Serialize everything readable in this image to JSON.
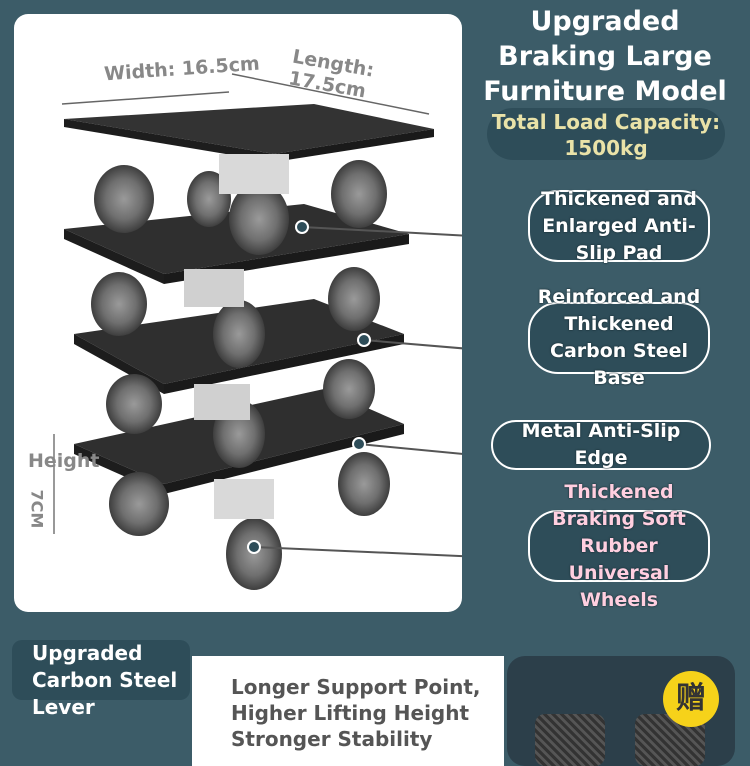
{
  "title": "Upgraded Braking Large Furniture Model",
  "load_capacity": "Total Load Capacity: 1500kg",
  "callouts": [
    "Thickened and Enlarged Anti-Slip Pad",
    "Reinforced and Thickened Carbon Steel Base",
    "Metal Anti-Slip Edge",
    "Thickened Braking Soft Rubber Universal Wheels"
  ],
  "dimensions": {
    "width": "Width: 16.5cm",
    "length": "Length: 17.5cm",
    "height_label": "Height",
    "height_value": "7CM"
  },
  "lever_label": "Upgraded Carbon Steel Lever",
  "features": [
    "Longer Support Point,",
    "Higher Lifting Height",
    "Stronger Stability"
  ],
  "gift_char": "赠",
  "colors": {
    "background": "#3c5c68",
    "accent_yellow": "#e9e2a8",
    "pill_fill": "#2e4d59",
    "gift_badge": "#f6d21a"
  }
}
